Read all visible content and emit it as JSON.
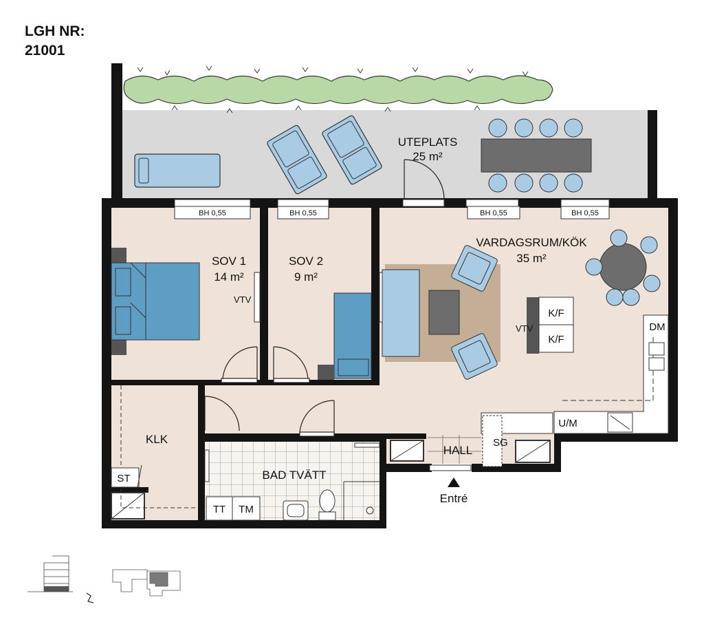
{
  "header": {
    "title": "LGH NR:",
    "number": "21001"
  },
  "rooms": {
    "patio": {
      "name": "UTEPLATS",
      "area": "25 m²"
    },
    "bed1": {
      "name": "SOV 1",
      "area": "14 m²"
    },
    "bed2": {
      "name": "SOV 2",
      "area": "9 m²"
    },
    "living": {
      "name": "VARDAGSRUM/KÖK",
      "area": "35 m²"
    },
    "closet": {
      "name": "KLK"
    },
    "bath": {
      "name": "BAD TVÄTT"
    },
    "hall": {
      "name": "HALL"
    }
  },
  "fixtures": {
    "sill": "BH 0,55",
    "wardrobe": "VTV",
    "fridge": "K/F",
    "dishwasher": "DM",
    "oven": "U/M",
    "shoe_cabinet": "SG",
    "storage": "ST",
    "washer": "TT",
    "dryer": "TM"
  },
  "entrance": {
    "label": "Entré"
  },
  "colors": {
    "wall": "#141414",
    "floor": "#efe2d8",
    "bath_tile": "#f7f4ef",
    "patio": "#d9d9d9",
    "hedge": "#b8d9a6",
    "bed_blue": "#5f9ec4",
    "furniture_blue": "#a9cbe3",
    "table_grey": "#6d6d6d",
    "rug": "#c4ae96"
  }
}
